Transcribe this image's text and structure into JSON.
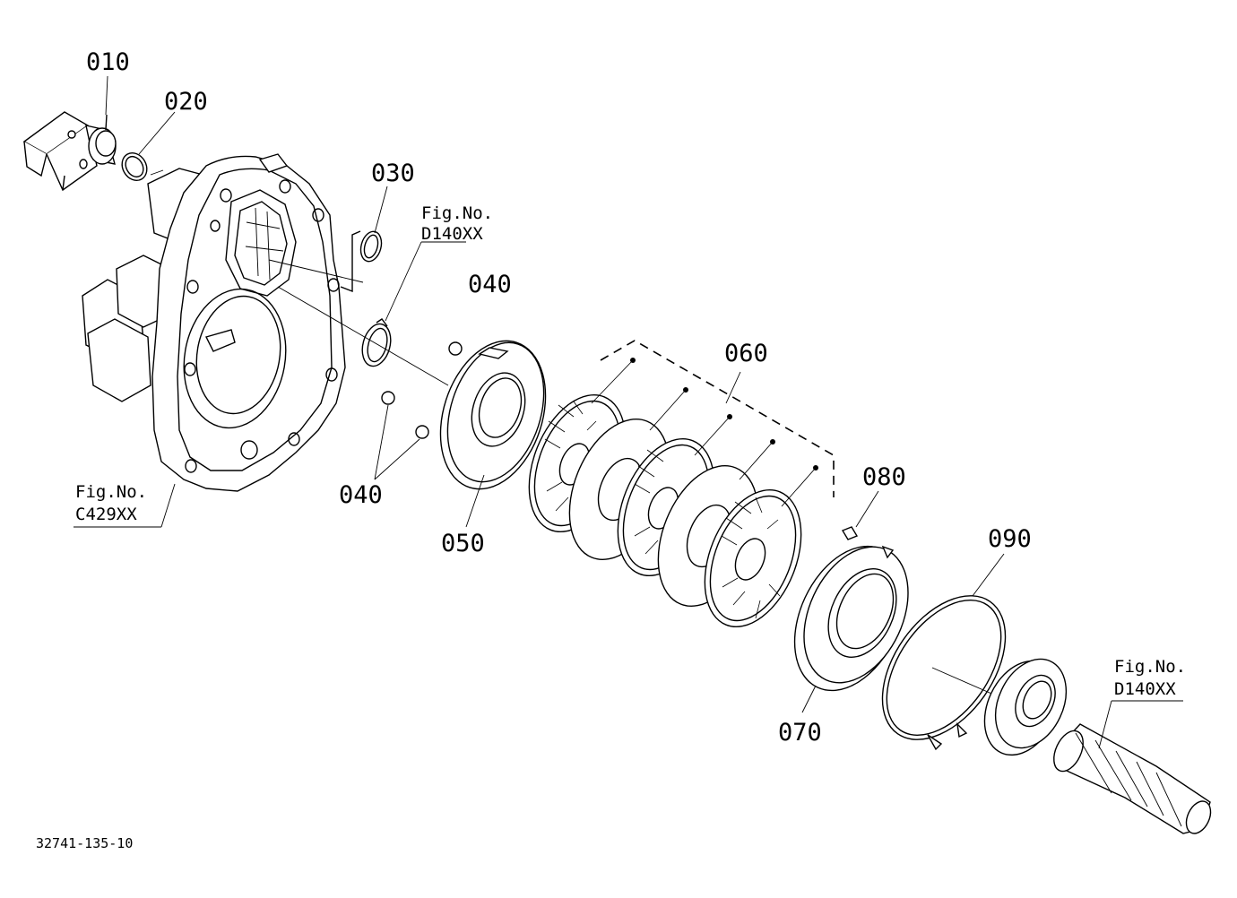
{
  "parts": [
    {
      "id": "010"
    },
    {
      "id": "020"
    },
    {
      "id": "030"
    },
    {
      "id": "040a",
      "label": "040"
    },
    {
      "id": "040b",
      "label": "040"
    },
    {
      "id": "050"
    },
    {
      "id": "060"
    },
    {
      "id": "070"
    },
    {
      "id": "080"
    },
    {
      "id": "090"
    }
  ],
  "figure_refs": [
    {
      "line1": "Fig.No.",
      "line2": "D140XX"
    },
    {
      "line1": "Fig.No.",
      "line2": "C429XX"
    },
    {
      "line1": "Fig.No.",
      "line2": "D140XX"
    }
  ],
  "drawing_code": "32741-135-10"
}
